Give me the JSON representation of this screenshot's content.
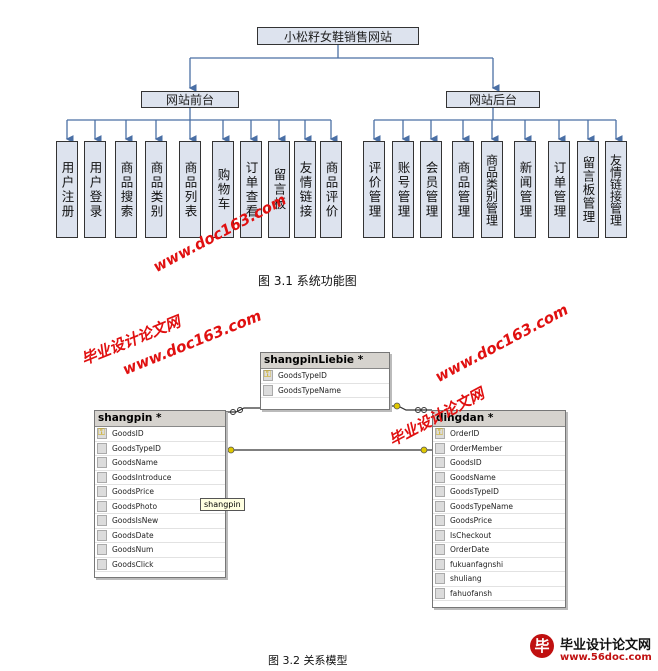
{
  "figure1": {
    "root": "小松籽女鞋销售网站",
    "front": "网站前台",
    "back": "网站后台",
    "front_items": [
      "用户注册",
      "用户登录",
      "商品搜索",
      "商品类别",
      "商品列表",
      "购物车",
      "订单查看",
      "留言板",
      "友情链接",
      "商品评价"
    ],
    "back_items": [
      "评价管理",
      "账号管理",
      "会员管理",
      "商品管理",
      "商品类别管理",
      "新闻管理",
      "订单管理",
      "留言板管理",
      "友情链接管理"
    ],
    "caption": "图 3.1 系统功能图"
  },
  "figure2": {
    "tables": {
      "shangpinLiebie": {
        "title": "shangpinLiebie *",
        "columns": [
          "GoodsTypeID",
          "GoodsTypeName"
        ],
        "keys": [
          "GoodsTypeID"
        ]
      },
      "shangpin": {
        "title": "shangpin *",
        "columns": [
          "GoodsID",
          "GoodsTypeID",
          "GoodsName",
          "GoodsIntroduce",
          "GoodsPrice",
          "GoodsPhoto",
          "GoodsIsNew",
          "GoodsDate",
          "GoodsNum",
          "GoodsClick"
        ],
        "keys": [
          "GoodsID"
        ]
      },
      "dingdan": {
        "title": "dingdan *",
        "columns": [
          "OrderID",
          "OrderMember",
          "GoodsID",
          "GoodsName",
          "GoodsTypeID",
          "GoodsTypeName",
          "GoodsPrice",
          "IsCheckout",
          "OrderDate",
          "fukuanfagnshi",
          "shuliang",
          "fahuofansh"
        ],
        "keys": [
          "OrderID"
        ]
      }
    },
    "tooltip": "shangpin",
    "caption": "图 3.2  关系模型"
  },
  "watermarks": {
    "site_cn": "毕业设计论文网",
    "site_url": "www.doc163.com"
  },
  "footer": {
    "icon": "毕",
    "title": "毕业设计论文网",
    "url": "www.56doc.com"
  },
  "colors": {
    "box_fill": "#dde3ee",
    "line": "#4a6fa5",
    "watermark": "#e01010"
  }
}
